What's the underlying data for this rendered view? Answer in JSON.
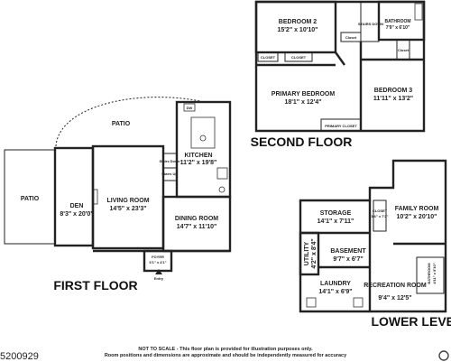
{
  "floors": {
    "first": "FIRST FLOOR",
    "second": "SECOND FLOOR",
    "lower": "LOWER LEVEL"
  },
  "rooms": {
    "patio_top": {
      "name": "PATIO"
    },
    "patio_left": {
      "name": "PATIO"
    },
    "kitchen": {
      "name": "KITCHEN",
      "dims": "11'2\" x 19'8\""
    },
    "den": {
      "name": "DEN",
      "dims": "8'3\" x 20'0\""
    },
    "living": {
      "name": "LIVING ROOM",
      "dims": "14'5\" x 23'3\""
    },
    "dining": {
      "name": "DINING ROOM",
      "dims": "14'7\" x 11'10\""
    },
    "foyer": {
      "name": "FOYER",
      "dims": "6'1\" x 4'1\""
    },
    "bedroom2": {
      "name": "BEDROOM 2",
      "dims": "15'2\" x 10'10\""
    },
    "bathroom": {
      "name": "BATHROOM",
      "dims": "7'9\" x 6'10\""
    },
    "primary": {
      "name": "PRIMARY BEDROOM",
      "dims": "18'1\" x 12'4\""
    },
    "bedroom3": {
      "name": "BEDROOM 3",
      "dims": "11'11\" x 13'2\""
    },
    "storage": {
      "name": "STORAGE",
      "dims": "14'1\" x 7'11\""
    },
    "family": {
      "name": "FAMILY ROOM",
      "dims": "10'2\" x 20'10\""
    },
    "basement": {
      "name": "BASEMENT",
      "dims": "9'7\" x 6'7\""
    },
    "utility": {
      "name": "UTILITY",
      "dims": "4'2\" x 8'4\""
    },
    "laundry": {
      "name": "LAUNDRY",
      "dims": "14'1\" x 6'9\""
    },
    "recreation": {
      "name": "RECREATION ROOM",
      "dims": "9'4\" x 12'5\""
    },
    "lower_closet": {
      "name": "CLOSET",
      "dims": "3'6\" x 7'2\""
    }
  },
  "small_labels": {
    "dw": "DW",
    "stairs_down": "Stairs Down",
    "stairs_up": "Stairs Up",
    "entry": "Entry",
    "stairs_second": "STAIRS DOWN",
    "closet": "Closet",
    "closet_caps": "CLOSET",
    "primary_closet": "PRIMARY CLOSET",
    "bathroom_lower": "BATHROOM",
    "bathroom_lower_dims": "4'11\" x 5'10\""
  },
  "footer": {
    "listing_id": "5200929",
    "disclaimer_line1": "NOT TO SCALE - This floor plan is provided for illustration purposes only.",
    "disclaimer_line2": "Room positions and dimensions are approximate and should be independently measured for accuracy"
  }
}
